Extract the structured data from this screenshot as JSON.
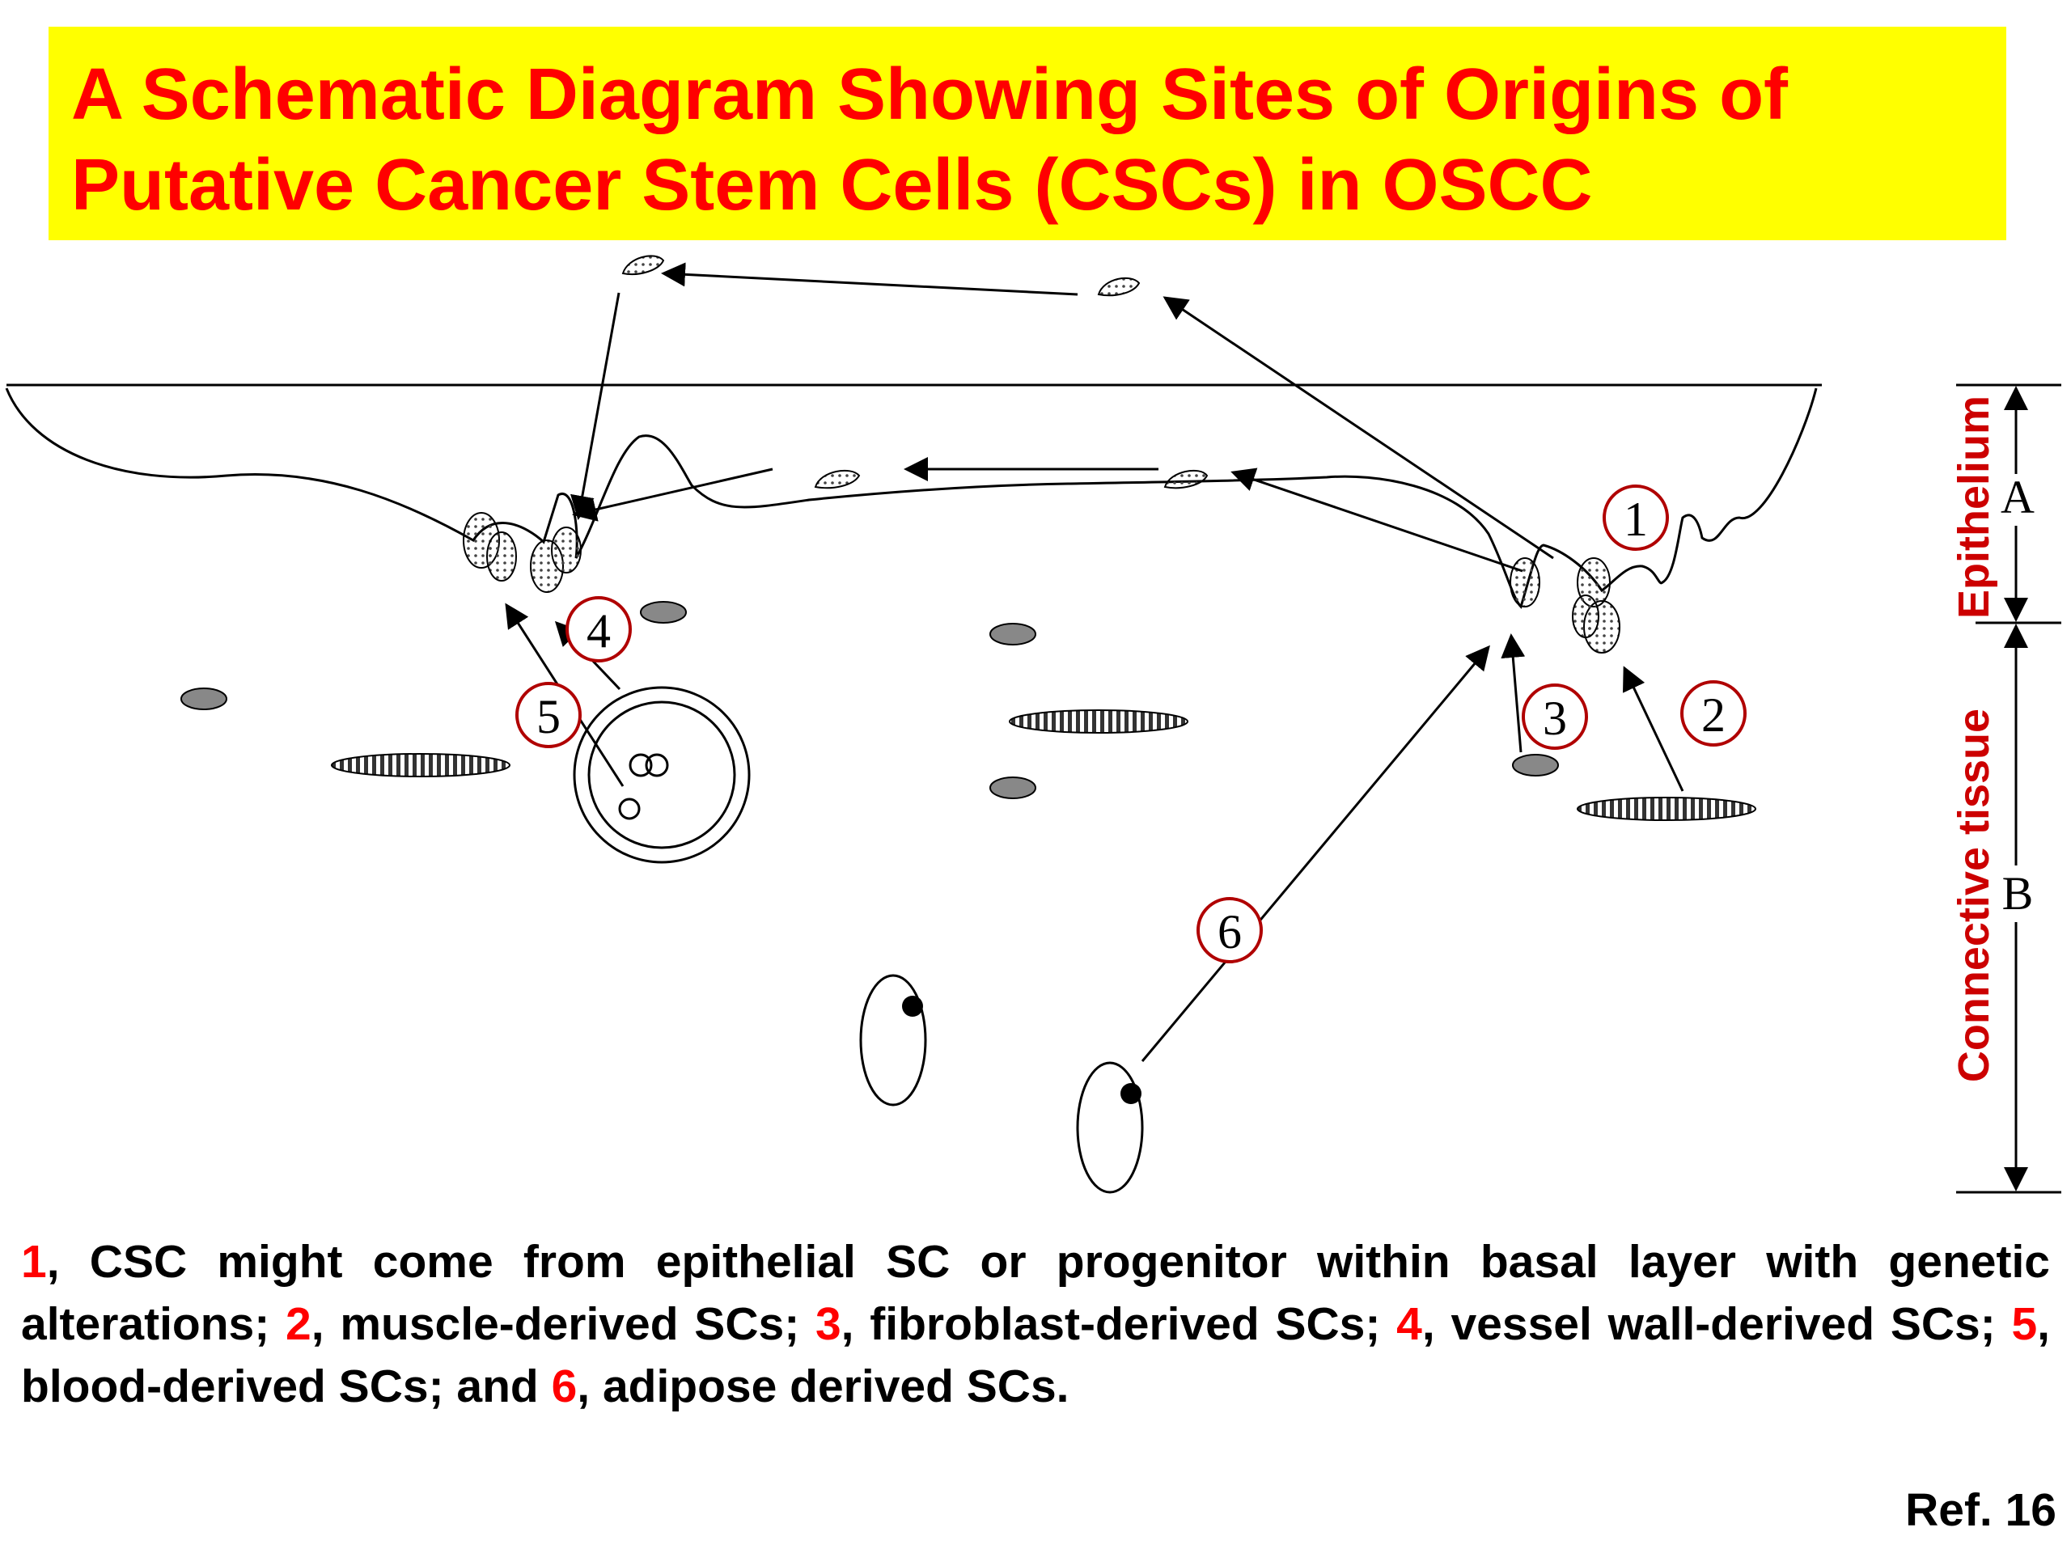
{
  "title": {
    "line1": "A Schematic Diagram Showing Sites of Origins of",
    "line2": "Putative Cancer Stem Cells (CSCs) in OSCC"
  },
  "markers": {
    "m1": "1",
    "m2": "2",
    "m3": "3",
    "m4": "4",
    "m5": "5",
    "m6": "6"
  },
  "region_letters": {
    "a": "A",
    "b": "B"
  },
  "side_labels": {
    "epithelium": "Epithelium",
    "connective": "Connective tissue"
  },
  "caption": {
    "n1": "1",
    "t1": ", CSC might come from epithelial SC or progenitor within basal layer with genetic alterations; ",
    "n2": "2",
    "t2": ", muscle-derived SCs; ",
    "n3": "3",
    "t3": ", fibroblast-derived SCs; ",
    "n4": "4",
    "t4": ", vessel wall-derived SCs; ",
    "n5": "5",
    "t5": ", blood-derived SCs; and ",
    "n6": "6",
    "t6": ", adipose derived SCs."
  },
  "reference": "Ref. 16",
  "colors": {
    "title_bg": "#ffff00",
    "title_text": "#ff0000",
    "marker_ring": "#b00000",
    "side_label": "#cc0000",
    "caption_number": "#ff0000"
  }
}
